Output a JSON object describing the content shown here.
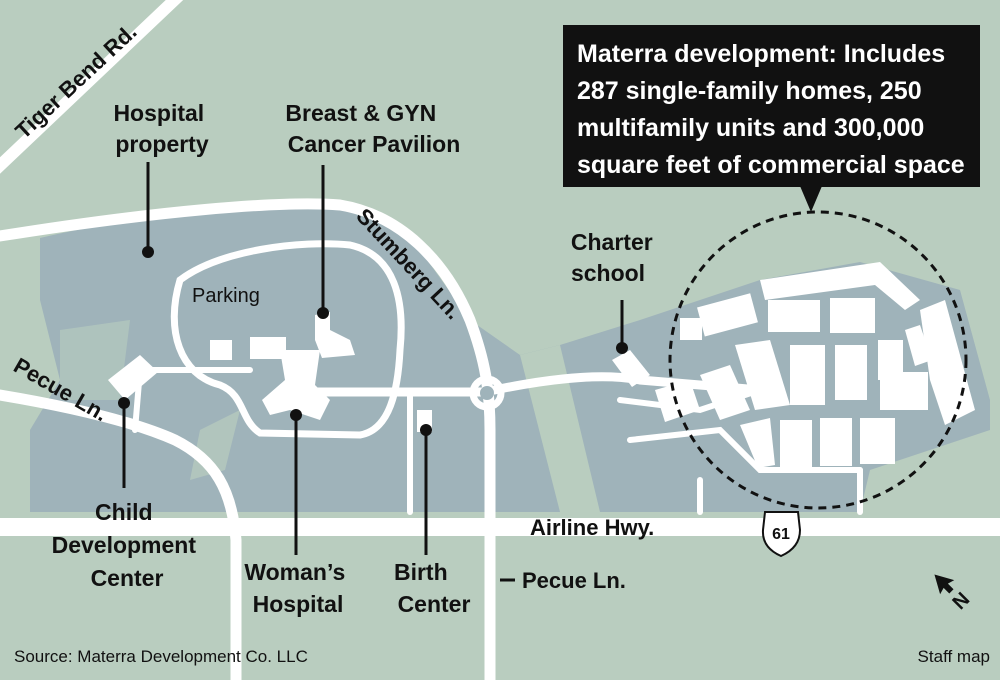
{
  "colors": {
    "background": "#b9cdbf",
    "property": "#9fb3ba",
    "road": "#ffffff",
    "building": "#ffffff",
    "callout": "#111111",
    "text": "#111111"
  },
  "roads": {
    "tiger_bend": "Tiger Bend Rd.",
    "stumberg": "Stumberg Ln.",
    "pecue_west": "Pecue Ln.",
    "pecue_south": "Pecue Ln.",
    "airline": "Airline Hwy.",
    "highway_shield": "61"
  },
  "labels": {
    "hospital_property": [
      "Hospital",
      "property"
    ],
    "pavilion": [
      "Breast & GYN",
      "Cancer Pavilion"
    ],
    "parking": "Parking",
    "charter_school": [
      "Charter",
      "school"
    ],
    "child_center": [
      "Child",
      "Development",
      "Center"
    ],
    "womans_hospital": [
      "Woman’s",
      "Hospital"
    ],
    "birth_center": [
      "Birth",
      "Center"
    ]
  },
  "callout": [
    "Materra development: Includes",
    "287 single-family homes, 250",
    "multifamily units and 300,000",
    "square feet of commercial space"
  ],
  "compass": {
    "letter": "N",
    "icon": "north-arrow-icon"
  },
  "footer": {
    "source": "Source:  Materra Development Co. LLC",
    "credit": "Staff map"
  }
}
